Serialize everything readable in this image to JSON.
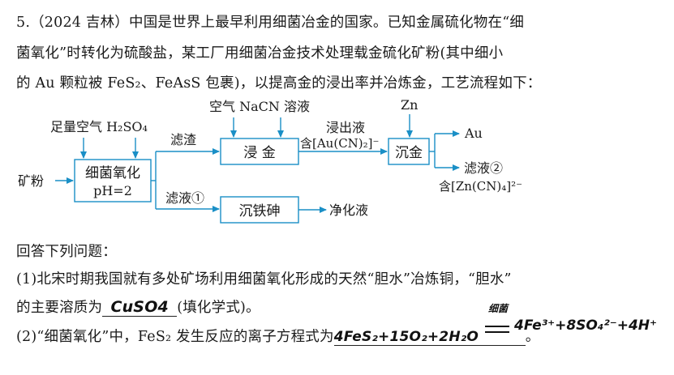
{
  "question": {
    "line1": "5.（2024 吉林）中国是世界上最早利用细菌冶金的国家。已知金属硫化物在“细",
    "line2": "菌氧化”时转化为硫酸盐，某工厂用细菌冶金技术处理载金硫化矿粉(其中细小",
    "line3": "的 Au 颗粒被 FeS₂、FeAsS 包裹)，以提高金的浸出率并冶炼金，工艺流程如下："
  },
  "flow": {
    "input_air_acid": "足量空气 H₂SO₄",
    "ore_powder": "矿粉",
    "box_bacterial_oxidation_line1": "细菌氧化",
    "box_bacterial_oxidation_line2": "pH=2",
    "residue": "滤渣",
    "filtrate1": "滤液①",
    "input_air_nacn": "空气  NaCN 溶液",
    "box_leaching": "浸  金",
    "leachate": "浸出液",
    "contains_au_cn": "含[Au(CN)₂]⁻",
    "box_iron_arsenic": "沉铁砷",
    "purified_liquid": "净化液",
    "zn": "Zn",
    "box_gold_precip": "沉金",
    "au": "Au",
    "filtrate2": "滤液②",
    "contains_zn_cn": "含[Zn(CN)₄]²⁻"
  },
  "answer_prompt": "回答下列问题：",
  "q1": {
    "line1": "(1)北宋时期我国就有多处矿场利用细菌氧化形成的天然“胆水”冶炼铜，“胆水”",
    "line2_prefix": "的主要溶质为",
    "line2_answer": "CuSO4",
    "line2_suffix": "(填化学式)。"
  },
  "q2": {
    "prefix": "(2)“细菌氧化”中，FeS₂ 发生反应的离子方程式为",
    "answer_left": "4FeS₂+15O₂+2H₂O",
    "answer_condition": "细菌",
    "answer_right": "4Fe³⁺+8SO₄²⁻+4H⁺",
    "suffix": "。"
  }
}
